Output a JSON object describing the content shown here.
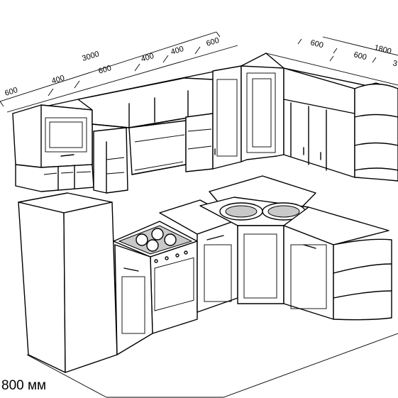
{
  "dimensions": {
    "left_total": "3000",
    "left_seg_1": "600",
    "left_seg_2": "400",
    "left_seg_3": "600",
    "left_seg_4": "400",
    "left_seg_5": "400",
    "left_seg_6": "600",
    "right_total": "1800",
    "right_seg_1": "600",
    "right_seg_2": "600",
    "right_seg_3_partial": "3"
  },
  "footer_note": "800 мм"
}
